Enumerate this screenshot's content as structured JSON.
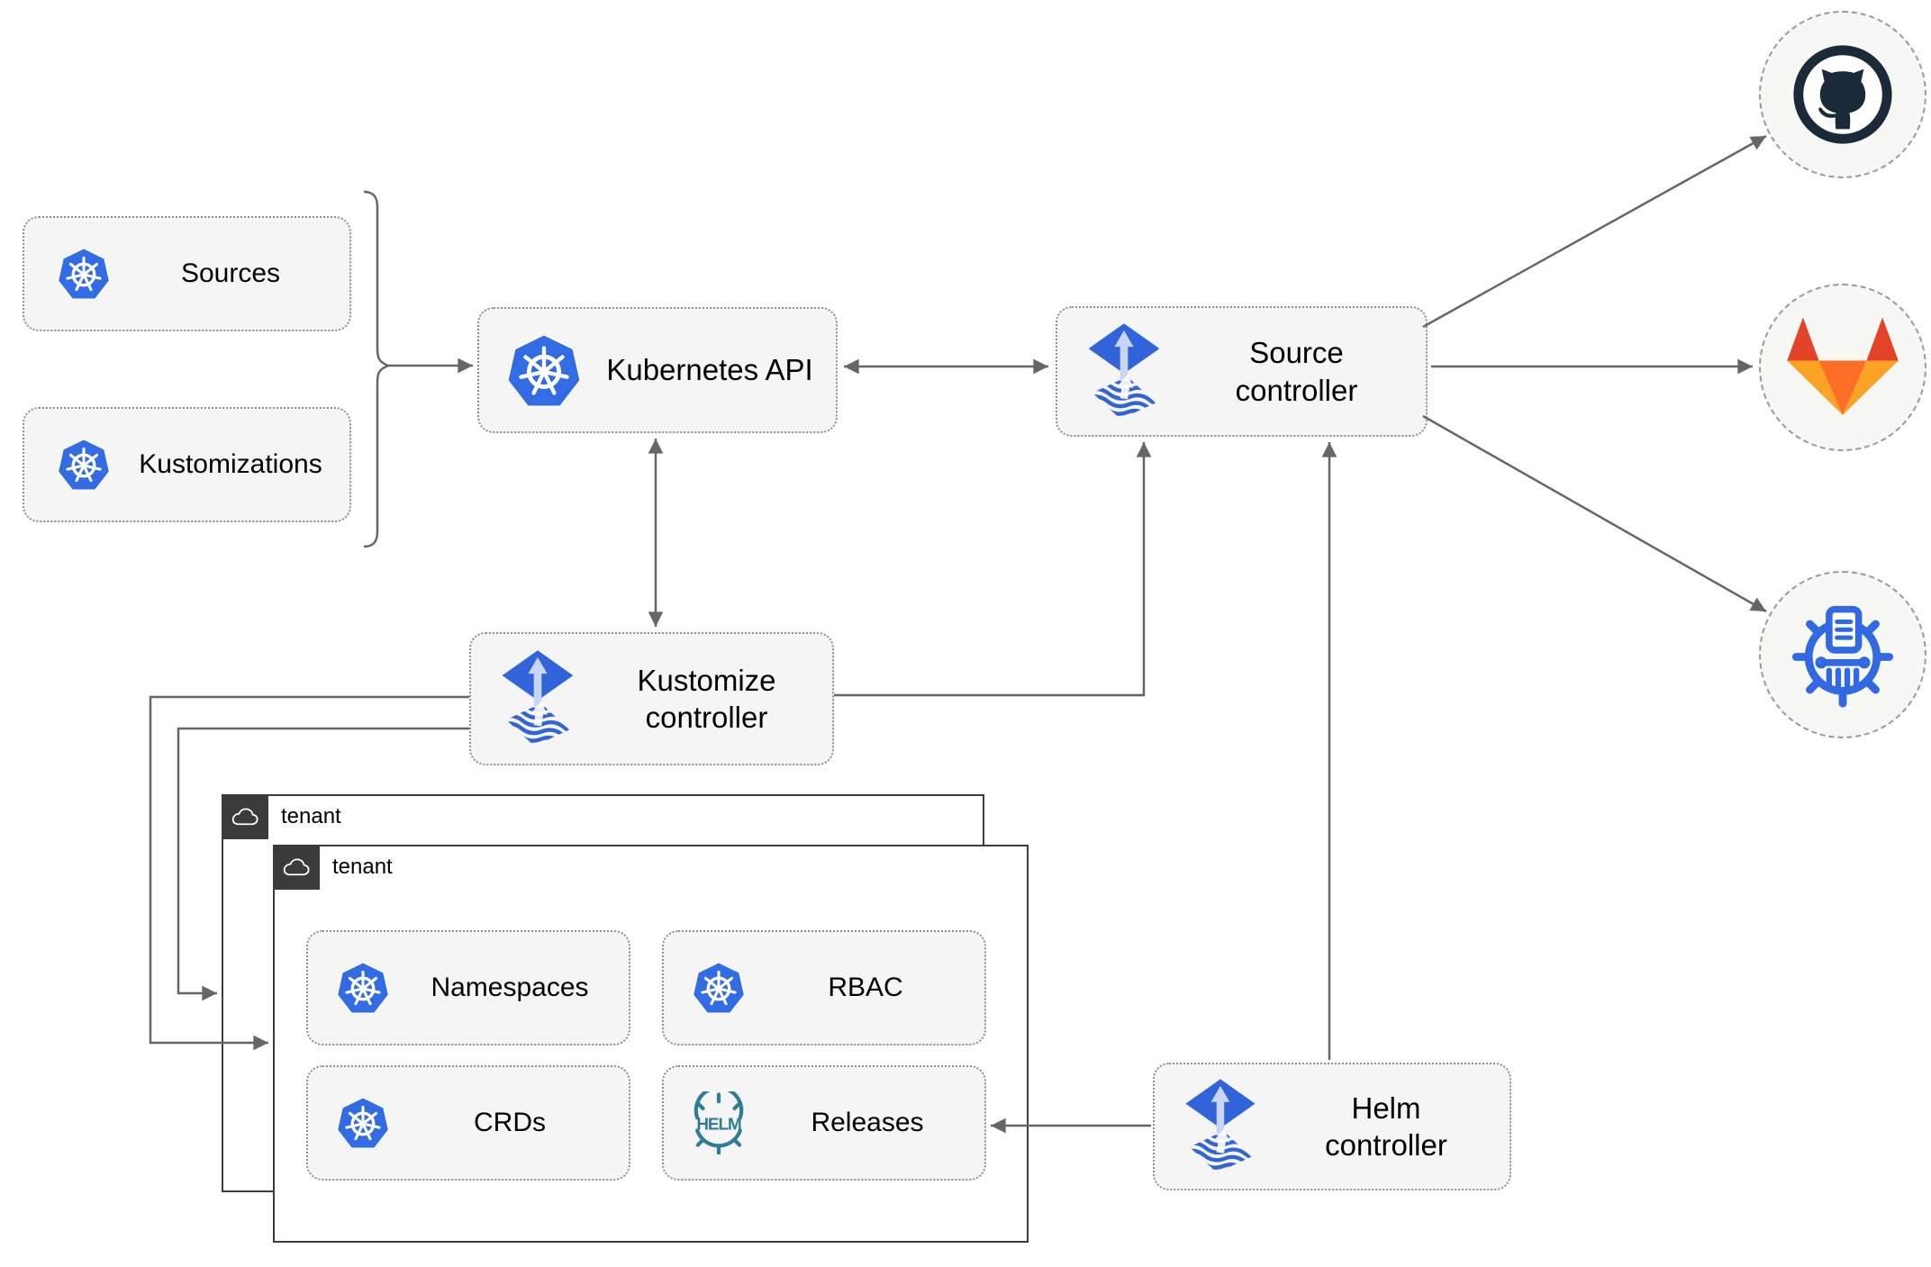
{
  "colors": {
    "kubernetes_blue": "#326ce5",
    "flux_blue": "#3064d8",
    "flux_light": "#c9d6f3",
    "github_dark": "#1b2a38",
    "gitlab_dark_orange": "#e24329",
    "gitlab_orange": "#fc6d26",
    "gitlab_light_orange": "#fca326",
    "helm_teal": "#2e7d96",
    "chartmuseum_blue": "#3069e2",
    "edge_gray": "#666666",
    "node_fill": "#f5f5f5",
    "tenant_tab_dark": "#3b3b3b"
  },
  "nodes": {
    "sources": {
      "label": "Sources",
      "icon": "kubernetes-icon"
    },
    "kustomizations": {
      "label": "Kustomizations",
      "icon": "kubernetes-icon"
    },
    "kubernetes_api": {
      "label": "Kubernetes API",
      "icon": "kubernetes-icon"
    },
    "source_controller": {
      "label": "Source controller",
      "icon": "flux-icon"
    },
    "kustomize_controller": {
      "label": "Kustomize controller",
      "icon": "flux-icon"
    },
    "helm_controller": {
      "label": "Helm controller",
      "icon": "flux-icon"
    },
    "tenant_outer": {
      "label": "tenant",
      "icon": "cloud-icon"
    },
    "tenant_inner": {
      "label": "tenant",
      "icon": "cloud-icon"
    },
    "namespaces": {
      "label": "Namespaces",
      "icon": "kubernetes-icon"
    },
    "rbac": {
      "label": "RBAC",
      "icon": "kubernetes-icon"
    },
    "crds": {
      "label": "CRDs",
      "icon": "kubernetes-icon"
    },
    "releases": {
      "label": "Releases",
      "icon": "helm-icon"
    },
    "github": {
      "icon": "github-icon"
    },
    "gitlab": {
      "icon": "gitlab-icon"
    },
    "helm_repository": {
      "icon": "chartmuseum-icon"
    }
  },
  "helm_logo_text": "HELM",
  "edges": [
    {
      "from": "sources+kustomizations",
      "to": "kubernetes_api",
      "style": "brace-arrow"
    },
    {
      "from": "kubernetes_api",
      "to": "source_controller",
      "style": "double-arrow"
    },
    {
      "from": "kubernetes_api",
      "to": "kustomize_controller",
      "style": "double-arrow"
    },
    {
      "from": "kustomize_controller",
      "to": "source_controller",
      "style": "arrow"
    },
    {
      "from": "kustomize_controller",
      "to": "tenant_inner",
      "style": "arrow"
    },
    {
      "from": "kustomize_controller",
      "to": "tenant_outer",
      "style": "arrow"
    },
    {
      "from": "helm_controller",
      "to": "source_controller",
      "style": "arrow"
    },
    {
      "from": "helm_controller",
      "to": "releases",
      "style": "arrow"
    },
    {
      "from": "source_controller",
      "to": "github",
      "style": "arrow"
    },
    {
      "from": "source_controller",
      "to": "gitlab",
      "style": "arrow"
    },
    {
      "from": "source_controller",
      "to": "helm_repository",
      "style": "arrow"
    }
  ]
}
